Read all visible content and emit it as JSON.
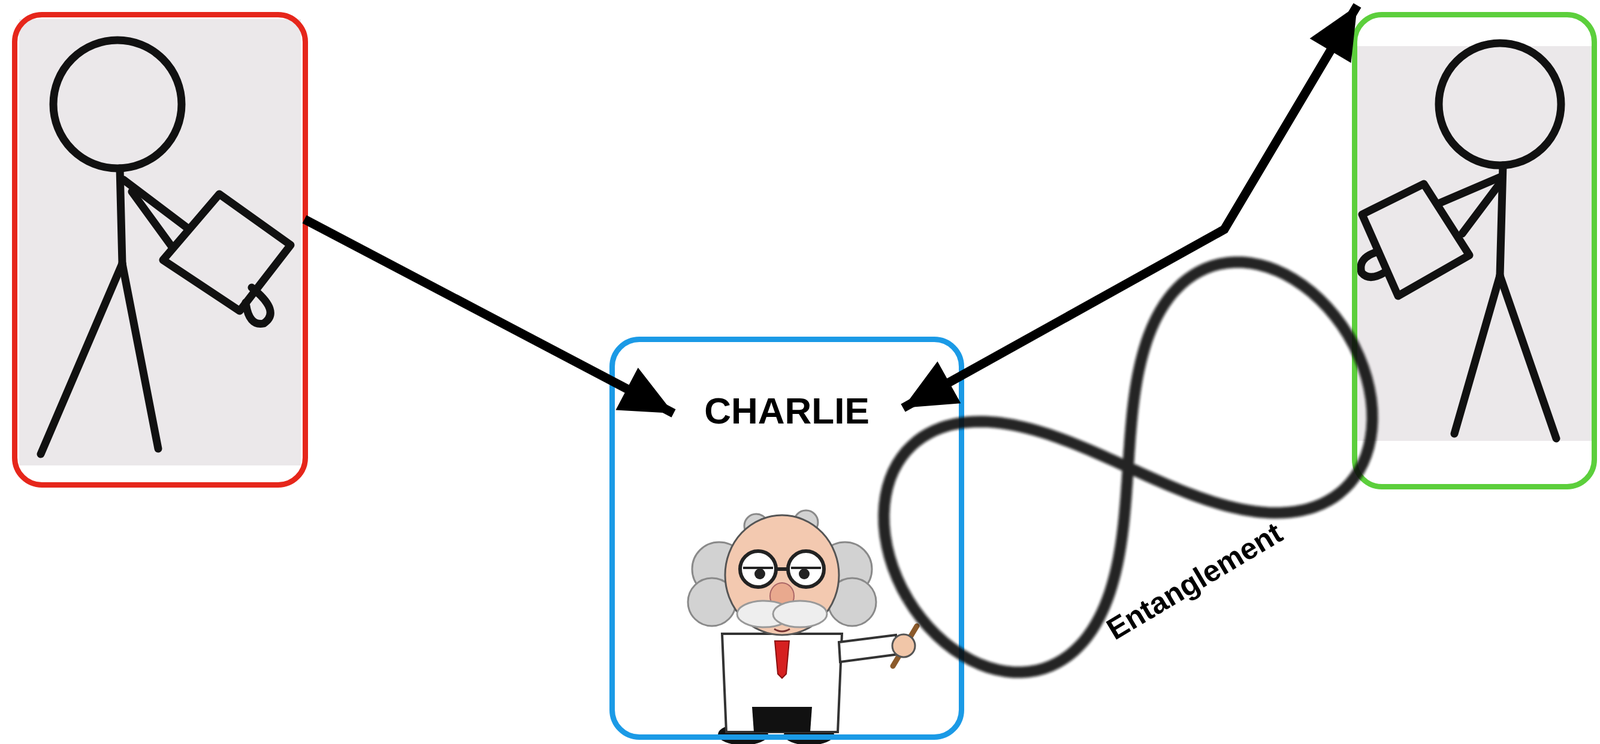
{
  "diagram": {
    "nodes": [
      {
        "text": []
      },
      {
        "text": [
          "CHARLIE"
        ]
      },
      {
        "text": []
      }
    ],
    "edges": [
      {
        "from": 0,
        "to": 1,
        "arrow": "to"
      },
      {
        "from": 2,
        "to": 1,
        "arrow": "both"
      },
      {
        "from": 1,
        "to": 2,
        "label": "Entanglement",
        "arrow": "none"
      }
    ]
  }
}
